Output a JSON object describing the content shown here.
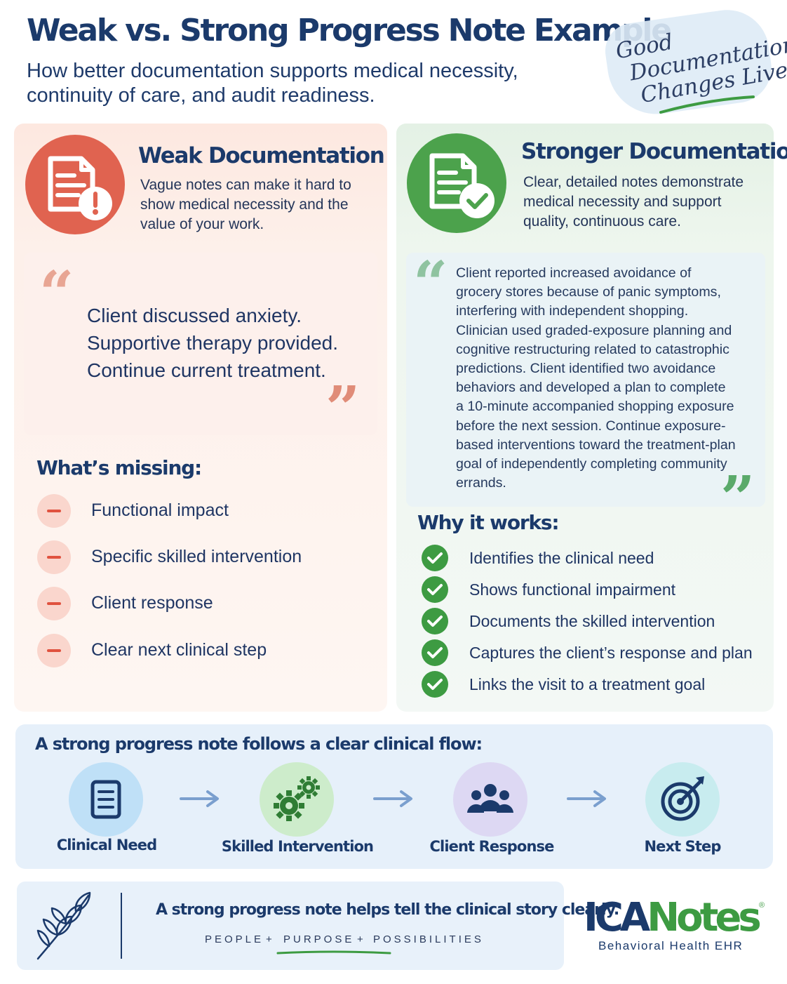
{
  "header": {
    "title": "Weak vs. Strong Progress Note Example",
    "subtitle": "How better documentation supports medical necessity, continuity of care, and audit readiness.",
    "stamp_lines": [
      "Good",
      "Documentation",
      "Changes Lives."
    ]
  },
  "weak": {
    "title": "Weak Documentation",
    "description": "Vague notes can make it hard to show medical necessity and the value of your work.",
    "quote_lines": [
      "Client discussed anxiety.",
      "Supportive therapy provided.",
      "Continue current treatment."
    ],
    "missing_title": "What’s missing:",
    "missing_items": [
      "Functional impact",
      "Specific skilled intervention",
      "Client response",
      "Clear next clinical step"
    ],
    "icon": "document-warning-icon"
  },
  "strong": {
    "title": "Stronger Documentation",
    "description": "Clear, detailed notes demonstrate medical necessity and support quality, continuous care.",
    "quote_lines": [
      "Client reported increased avoidance of",
      "grocery stores because of panic symptoms,",
      "interfering with independent shopping.",
      "Clinician used graded-exposure planning and",
      "cognitive restructuring related to catastrophic",
      "predictions. Client identified two avoidance",
      "behaviors and developed a plan to complete",
      "a 10-minute accompanied shopping exposure",
      "before the next session. Continue exposure-",
      "based interventions toward the treatment-plan",
      "goal of independently completing community",
      "errands."
    ],
    "why_title": "Why it works:",
    "why_items": [
      "Identifies the clinical need",
      "Shows functional impairment",
      "Documents the skilled intervention",
      "Captures the client’s response and plan",
      "Links the visit to a treatment goal"
    ],
    "icon": "document-check-icon"
  },
  "flow": {
    "title": "A strong progress note follows a clear clinical flow:",
    "steps": [
      {
        "label": "Clinical Need",
        "icon": "clipboard-icon",
        "color": "#bfe0f7"
      },
      {
        "label": "Skilled Intervention",
        "icon": "gears-icon",
        "color": "#cdeccb"
      },
      {
        "label": "Client Response",
        "icon": "people-icon",
        "color": "#ddd8f3"
      },
      {
        "label": "Next Step",
        "icon": "target-icon",
        "color": "#c8ecef"
      }
    ]
  },
  "footer": {
    "tagline": "A strong progress note helps tell the clinical story clearly.",
    "motto": [
      "PEOPLE",
      "+",
      "PURPOSE",
      "+",
      "POSSIBILITIES"
    ],
    "logo_part1": "ICA",
    "logo_part2": "Notes",
    "logo_sub": "Behavioral Health EHR",
    "logo_mark": "®"
  },
  "colors": {
    "navy": "#1b3a6b",
    "weak_red": "#e06350",
    "strong_green": "#4ca24c",
    "accent_green": "#3d9b42"
  }
}
